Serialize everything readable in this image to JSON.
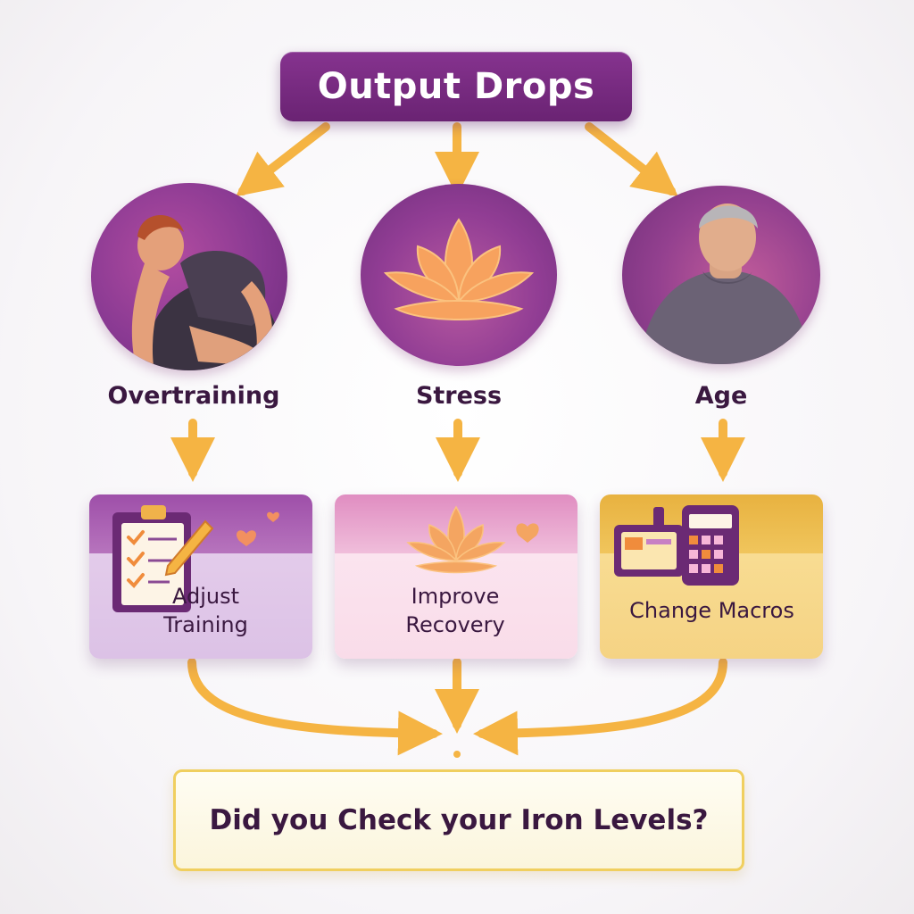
{
  "title": "Output Drops",
  "causes": [
    {
      "label": "Overtraining",
      "icon": "tired-athlete-icon"
    },
    {
      "label": "Stress",
      "icon": "lotus-icon"
    },
    {
      "label": "Age",
      "icon": "older-man-icon"
    }
  ],
  "actions": [
    {
      "label_line1": "Adjust",
      "label_line2": "Training",
      "icon": "clipboard-checklist-icon"
    },
    {
      "label_line1": "Improve",
      "label_line2": "Recovery",
      "icon": "lotus-icon"
    },
    {
      "label": "Change Macros",
      "icon": "calculator-icon"
    }
  ],
  "question": "Did you Check your Iron Levels?",
  "colors": {
    "primary_purple": "#7a2a82",
    "arrow_orange": "#f5b443",
    "text_dark": "#3a1840",
    "question_border": "#f0cf5f"
  }
}
